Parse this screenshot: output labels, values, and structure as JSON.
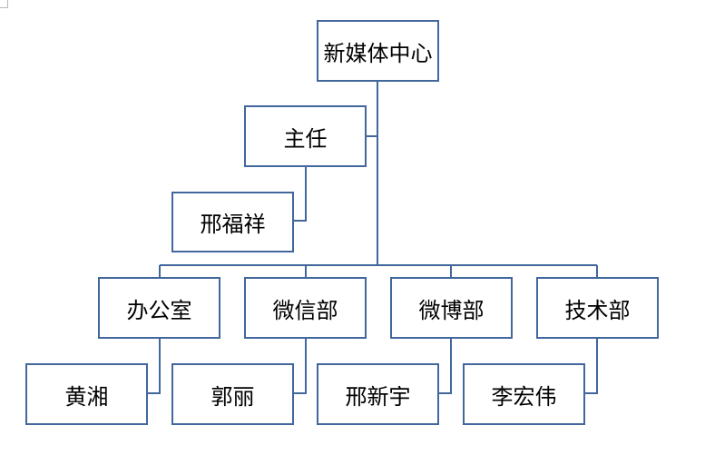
{
  "theme": {
    "border_color": "#41679c",
    "line_color": "#41679c",
    "text_color": "#000000",
    "background": "#ffffff"
  },
  "root": {
    "label": "新媒体中心"
  },
  "director": {
    "label": "主任",
    "person": "邢福祥"
  },
  "departments": [
    {
      "label": "办公室",
      "person": "黄湘"
    },
    {
      "label": "微信部",
      "person": "郭丽"
    },
    {
      "label": "微博部",
      "person": "邢新宇"
    },
    {
      "label": "技术部",
      "person": "李宏伟"
    }
  ]
}
